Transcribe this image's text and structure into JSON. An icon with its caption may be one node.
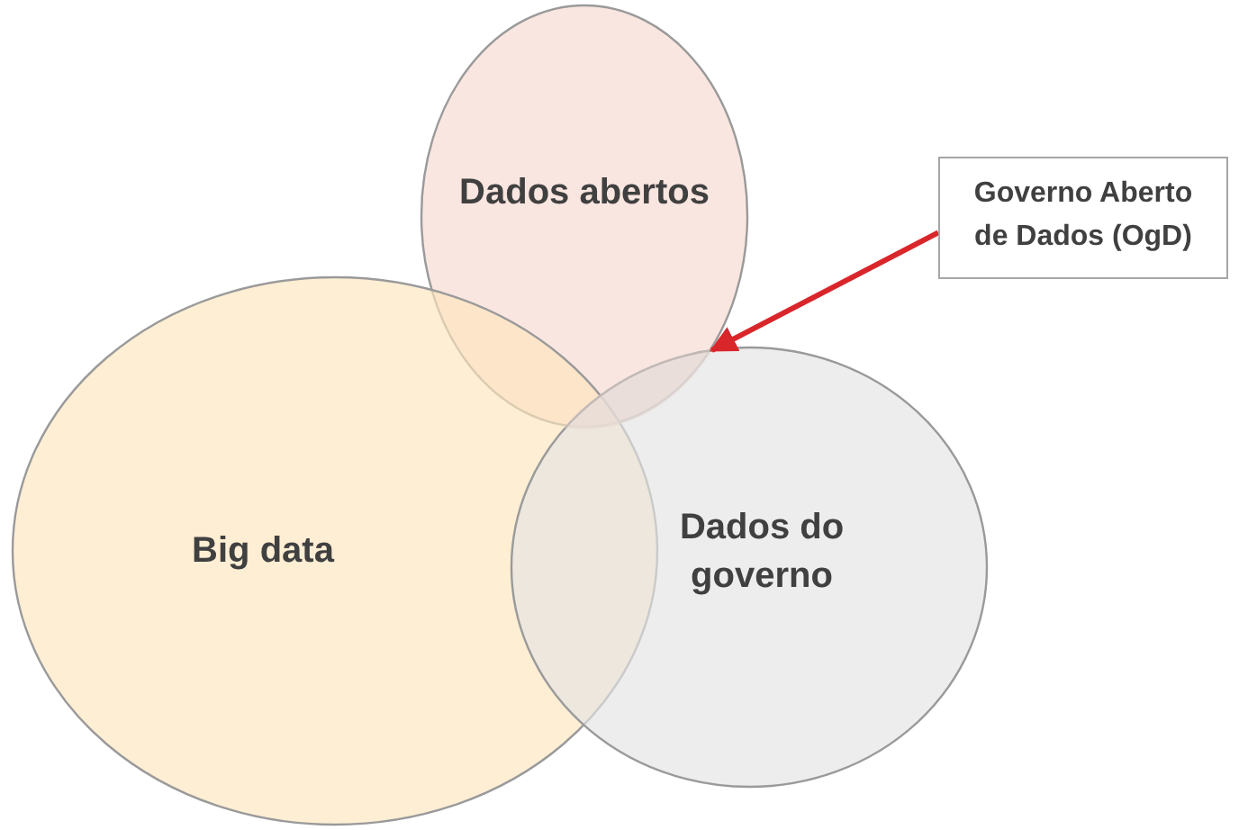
{
  "diagram": {
    "nodes": [
      {
        "text": [
          "Dados abertos"
        ]
      },
      {
        "text": [
          "Big data"
        ]
      },
      {
        "text": [
          "Dados do governo"
        ]
      },
      {
        "text": [
          "Governo Aberto de Dados (OgD)"
        ]
      },
      {
        "text": [],
        "shape": "region"
      }
    ],
    "edges": [
      {
        "from": 3,
        "to": 4,
        "arrow": "to"
      }
    ]
  }
}
